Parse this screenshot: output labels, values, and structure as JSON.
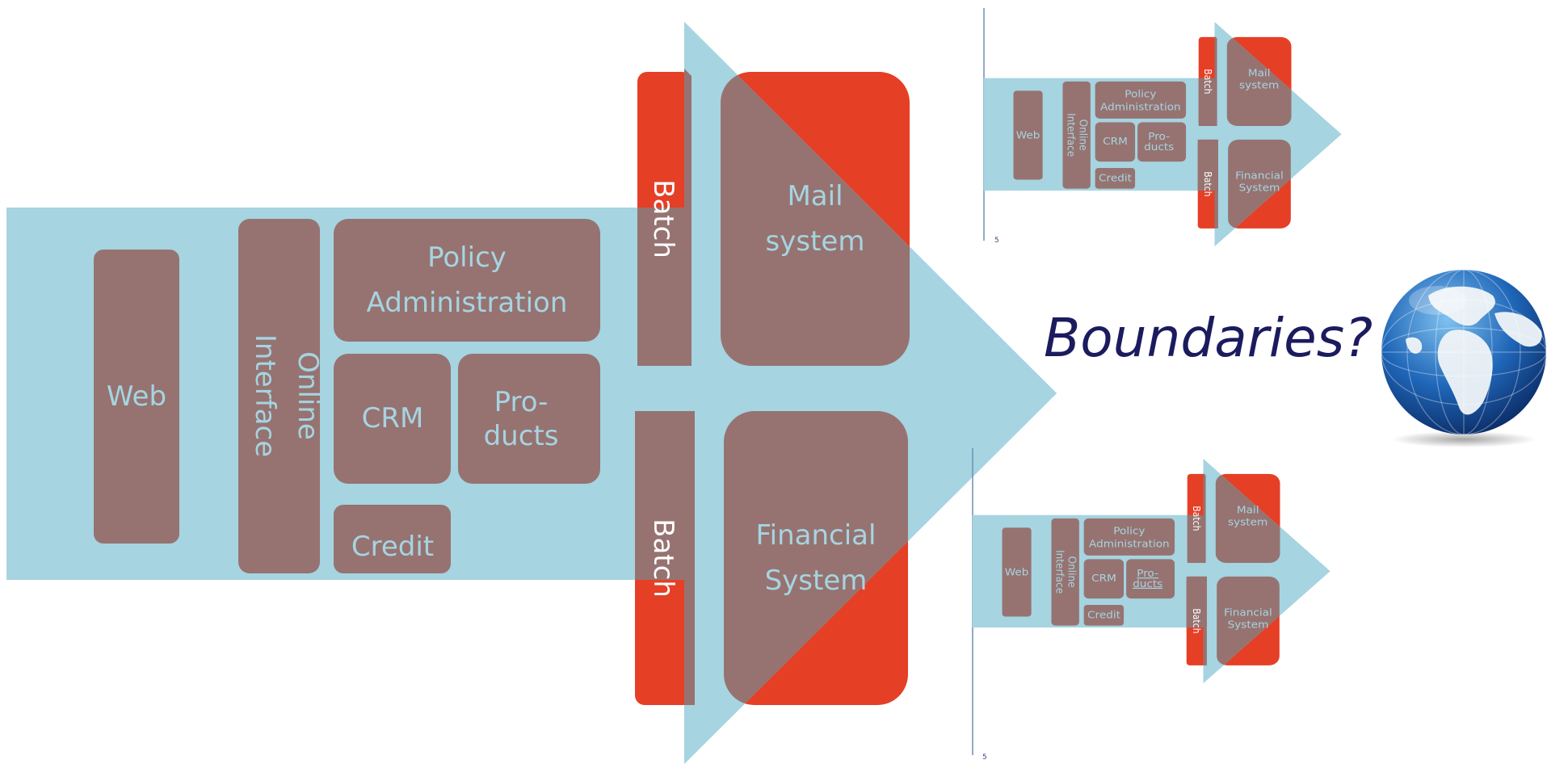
{
  "diagram": {
    "boxes": {
      "web": "Web",
      "online_line1": "Online",
      "online_line2": "Interface",
      "policy_line1": "Policy",
      "policy_line2": "Administration",
      "crm": "CRM",
      "products_line1": "Pro-",
      "products_line2": "ducts",
      "credit": "Credit",
      "batch": "Batch",
      "mail_line1": "Mail",
      "mail_line2": "system",
      "financial_line1": "Financial",
      "financial_line2": "System"
    },
    "page_number": "5"
  },
  "headline": "Boundaries?",
  "colors": {
    "arrow": "#a6d4e1",
    "box": "#967371",
    "highlight": "#e53f26",
    "headline": "#1b1b5e"
  }
}
